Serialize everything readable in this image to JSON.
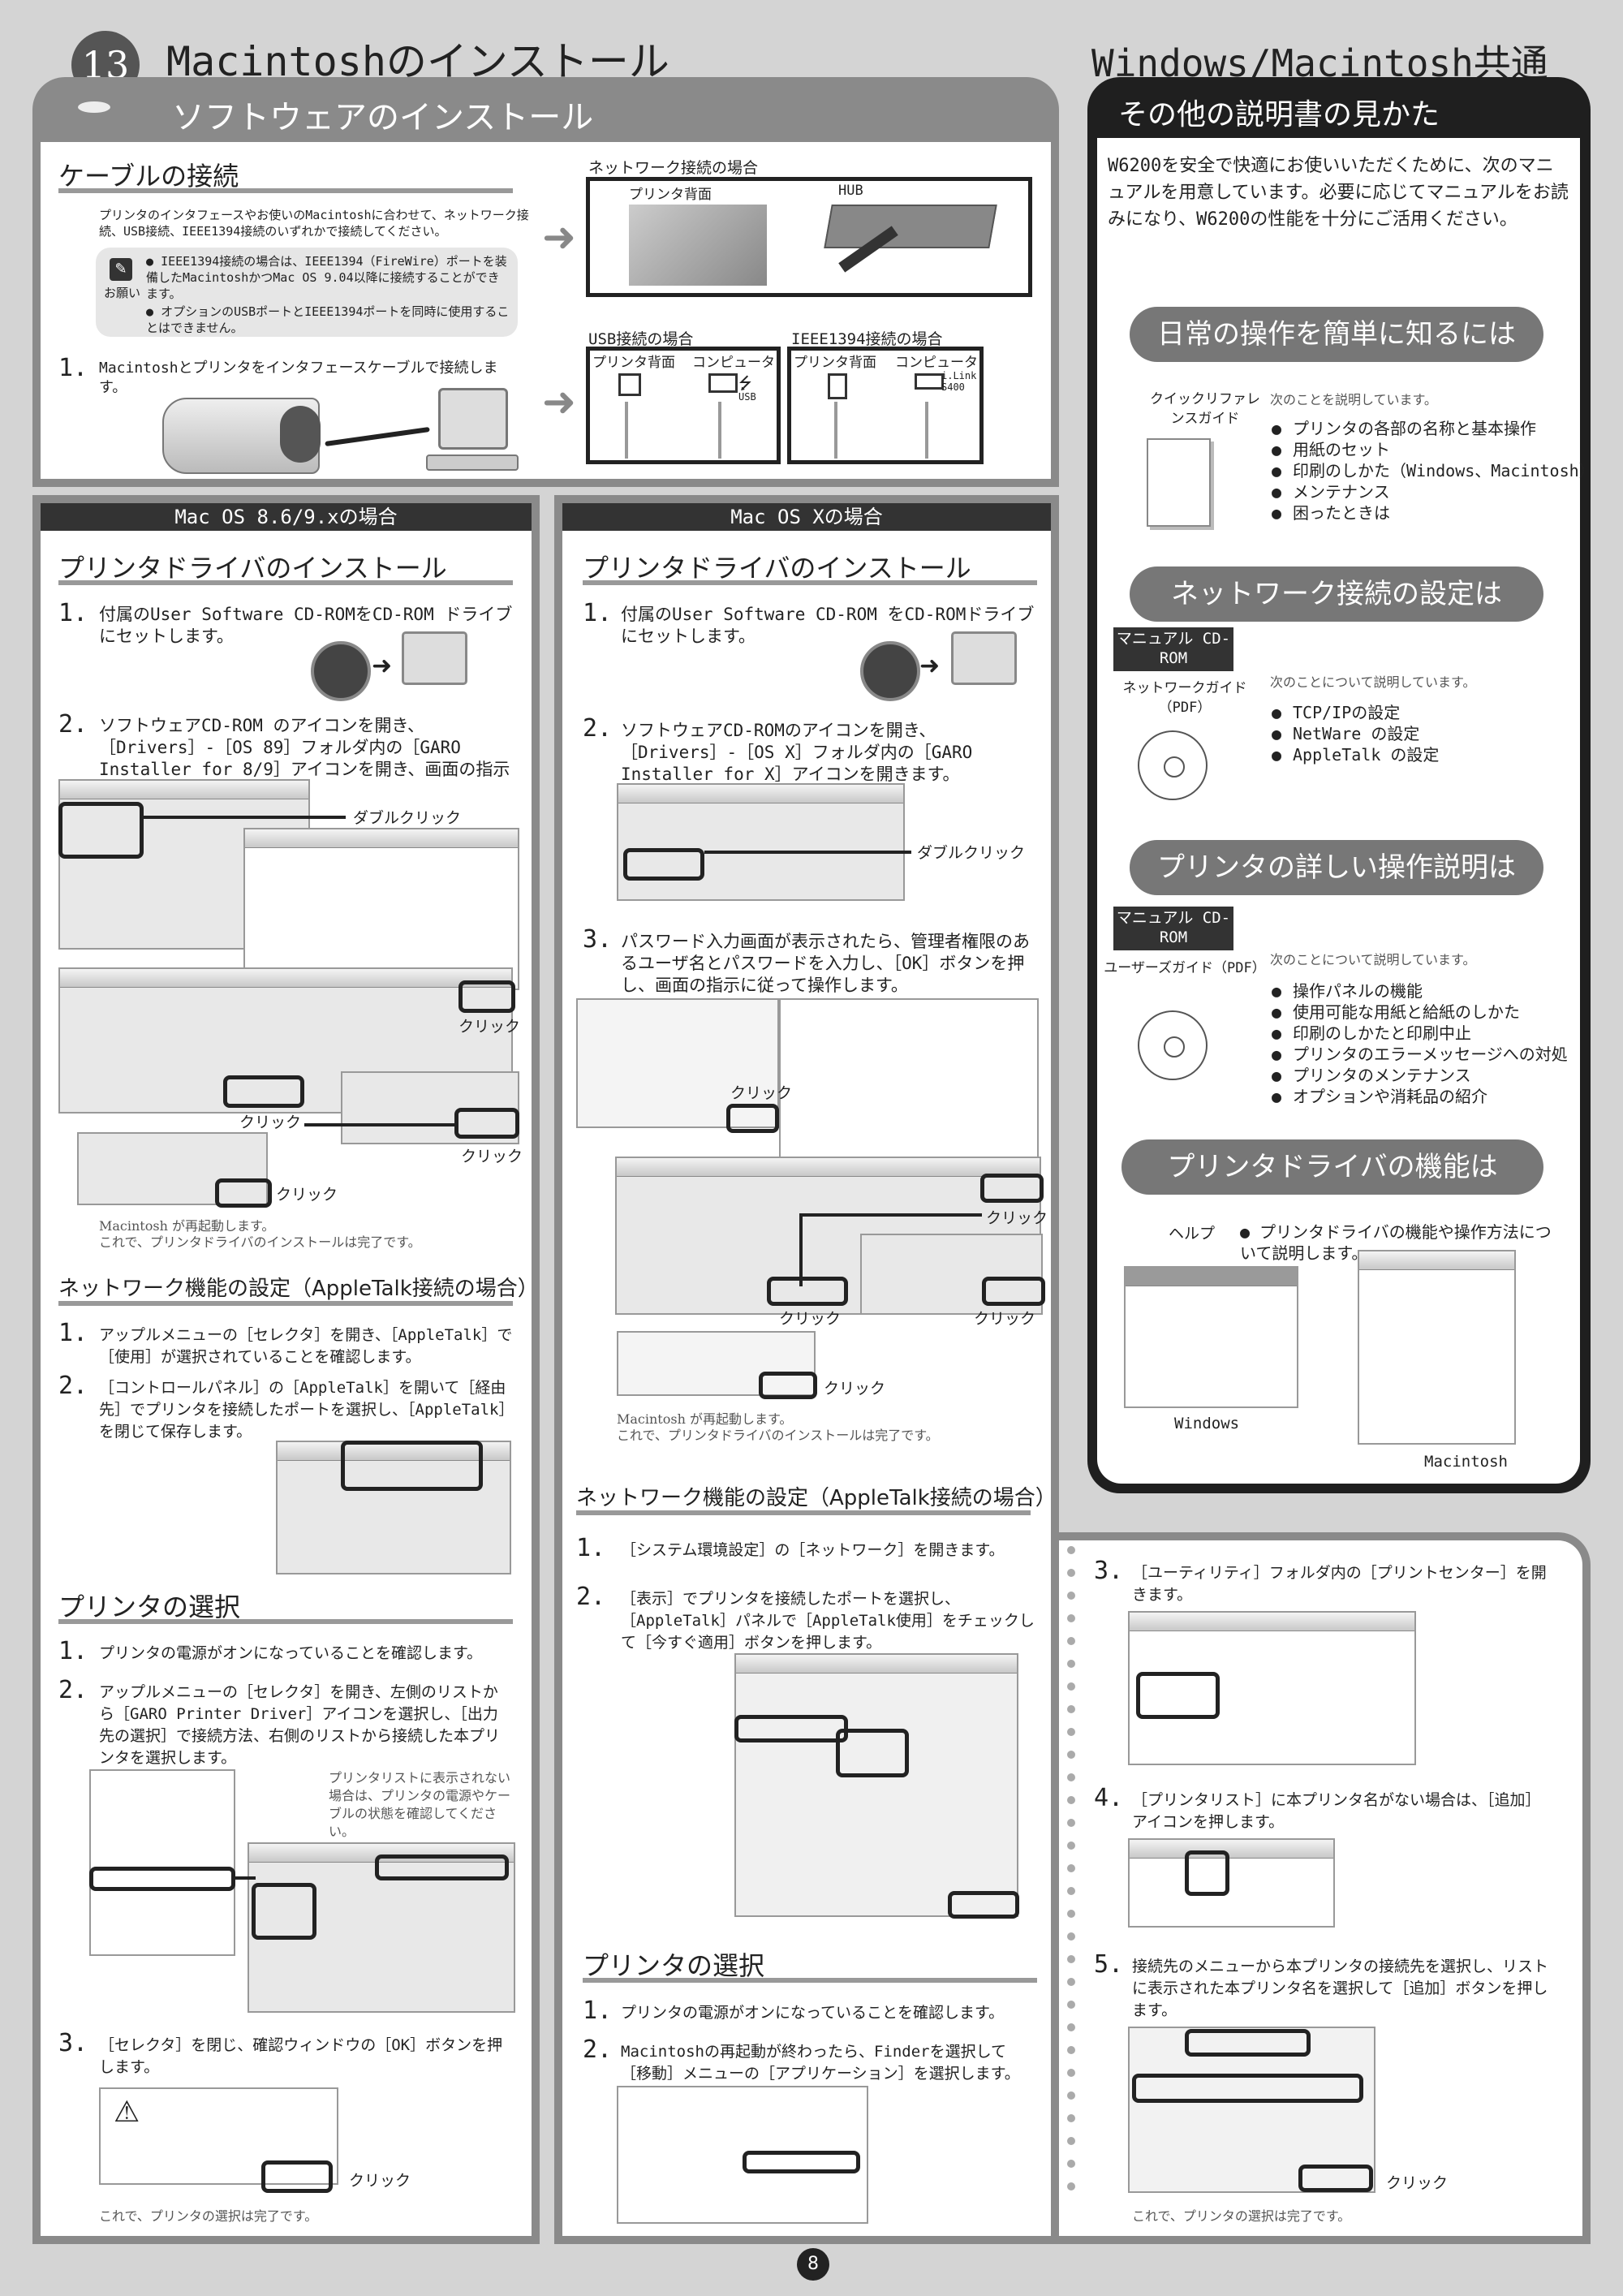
{
  "header": {
    "section_num": "13",
    "title": "Macintoshのインストール",
    "subtitle": "ソフトウェアのインストール",
    "right_title": "Windows/Macintosh共通",
    "right_subtitle": "その他の説明書の見かた"
  },
  "cable": {
    "heading": "ケーブルの接続",
    "intro": "プリンタのインタフェースやお使いのMacintoshに合わせて、ネットワーク接続、USB接続、IEEE1394接続のいずれかで接続してください。",
    "note_label": "お願い",
    "note1": "IEEE1394接続の場合は、IEEE1394（FireWire）ポートを装備したMacintoshかつMac OS 9.04以降に接続することができます。",
    "note2": "オプションのUSBポートとIEEE1394ポートを同時に使用することはできません。",
    "step1_num": "1.",
    "step1": "Macintoshとプリンタをインタフェースケーブルで接続します。",
    "network_label": "ネットワーク接続の場合",
    "printer_back": "プリンタ背面",
    "hub": "HUB",
    "usb_label": "USB接続の場合",
    "ieee_label": "IEEE1394接続の場合",
    "computer": "コンピュータ",
    "usb_small": "USB",
    "ilink": "i.Link S400"
  },
  "mac9": {
    "bar": "Mac OS 8.6/9.xの場合",
    "heading": "プリンタドライバのインストール",
    "s1": "付属のUser Software CD-ROMをCD-ROM ドライブにセットします。",
    "s2": "ソフトウェアCD-ROM のアイコンを開き、［Drivers］-［OS 89］フォルダ内の［GARO Installer for 8/9］アイコンを開き、画面の指示に従って操作します。",
    "double_click": "ダブルクリック",
    "click": "クリック",
    "done1": "Macintosh が再起動します。",
    "done2": "これで、プリンタドライバのインストールは完了です。",
    "net_heading": "ネットワーク機能の設定（AppleTalk接続の場合）",
    "n1": "アップルメニューの［セレクタ］を開き、［AppleTalk］で［使用］が選択されていることを確認します。",
    "n2": "［コントロールパネル］の［AppleTalk］を開いて［経由先］でプリンタを接続したポートを選択し、［AppleTalk］を閉じて保存します。",
    "sel_heading": "プリンタの選択",
    "p1": "プリンタの電源がオンになっていることを確認します。",
    "p2": "アップルメニューの［セレクタ］を開き、左側のリストから［GARO Printer Driver］アイコンを選択し、［出力先の選択］で接続方法、右側のリストから接続した本プリンタを選択します。",
    "p2_note": "プリンタリストに表示されない場合は、プリンタの電源やケーブルの状態を確認してください。",
    "p3": "［セレクタ］を閉じ、確認ウィンドウの［OK］ボタンを押します。",
    "sel_done": "これで、プリンタの選択は完了です。",
    "num1": "1.",
    "num2": "2.",
    "num3": "3."
  },
  "macx": {
    "bar": "Mac OS Xの場合",
    "heading": "プリンタドライバのインストール",
    "s1": "付属のUser Software CD-ROM をCD-ROMドライブにセットします。",
    "s2": "ソフトウェアCD-ROMのアイコンを開き、［Drivers］-［OS X］フォルダ内の［GARO Installer for X］アイコンを開きます。",
    "s3": "パスワード入力画面が表示されたら、管理者権限のあるユーザ名とパスワードを入力し、［OK］ボタンを押し、画面の指示に従って操作します。",
    "done1": "Macintosh が再起動します。",
    "done2": "これで、プリンタドライバのインストールは完了です。",
    "net_heading": "ネットワーク機能の設定（AppleTalk接続の場合）",
    "n1": "［システム環境設定］の［ネットワーク］を開きます。",
    "n2": "［表示］でプリンタを接続したポートを選択し、［AppleTalk］パネルで［AppleTalk使用］をチェックして［今すぐ適用］ボタンを押します。",
    "sel_heading": "プリンタの選択",
    "p1": "プリンタの電源がオンになっていることを確認します。",
    "p2": "Macintoshの再起動が終わったら、Finderを選択して［移動］メニューの［アプリケーション］を選択します。",
    "p3": "［ユーティリティ］フォルダ内の［プリントセンター］を開きます。",
    "p4": "［プリンタリスト］に本プリンタ名がない場合は、［追加］アイコンを押します。",
    "p5": "接続先のメニューから本プリンタの接続先を選択し、リストに表示された本プリンタ名を選択して［追加］ボタンを押します。",
    "sel_done": "これで、プリンタの選択は完了です。",
    "num1": "1.",
    "num2": "2.",
    "num3": "3.",
    "num4": "4.",
    "num5": "5."
  },
  "manuals": {
    "intro": "W6200を安全で快適にお使いいただくために、次のマニュアルを用意しています。必要に応じてマニュアルをお読みになり、W6200の性能を十分にご活用ください。",
    "pill1": "日常の操作を簡単に知るには",
    "qr_name": "クイックリファレンスガイド",
    "qr_desc": "次のことを説明しています。",
    "qr_items": [
      "プリンタの各部の名称と基本操作",
      "用紙のセット",
      "印刷のしかた（Windows、Macintosh）",
      "メンテナンス",
      "困ったときは"
    ],
    "pill2": "ネットワーク接続の設定は",
    "tag": "マニュアル CD-ROM",
    "ng_name": "ネットワークガイド（PDF）",
    "ng_desc": "次のことについて説明しています。",
    "ng_items": [
      "TCP/IPの設定",
      "NetWare の設定",
      "AppleTalk の設定"
    ],
    "pill3": "プリンタの詳しい操作説明は",
    "ug_name": "ユーザーズガイド（PDF）",
    "ug_desc": "次のことについて説明しています。",
    "ug_items": [
      "操作パネルの機能",
      "使用可能な用紙と給紙のしかた",
      "印刷のしかたと印刷中止",
      "プリンタのエラーメッセージへの対処",
      "プリンタのメンテナンス",
      "オプションや消耗品の紹介"
    ],
    "pill4": "プリンタドライバの機能は",
    "help_label": "ヘルプ",
    "help_desc": "プリンタドライバの機能や操作方法について説明します。",
    "windows": "Windows",
    "macintosh": "Macintosh"
  },
  "page_number": "8"
}
